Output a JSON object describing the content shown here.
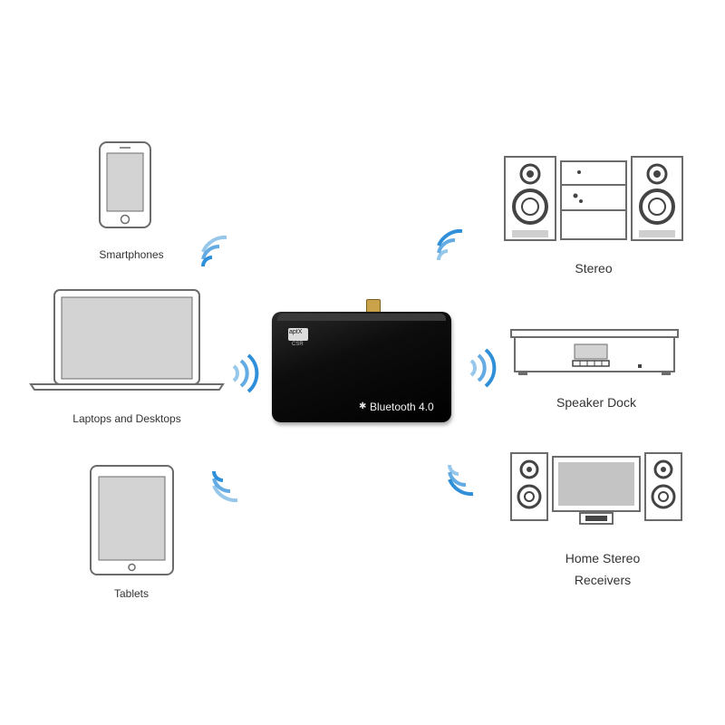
{
  "colors": {
    "wave": "#2f8fd8",
    "device_outline": "#6b6b6b",
    "screen": "#d3d3d3",
    "receiver_body": "#111111"
  },
  "sources": {
    "smartphones": "Smartphones",
    "laptops": "Laptops and Desktops",
    "tablets": "Tablets"
  },
  "receiver": {
    "badge_text": "aptX",
    "badge_sub": "CSR",
    "bluetooth_label": "Bluetooth 4.0",
    "bluetooth_icon": "bluetooth-icon"
  },
  "outputs": {
    "stereo": "Stereo",
    "speaker_dock": "Speaker Dock",
    "home_stereo_line1": "Home Stereo",
    "home_stereo_line2": "Receivers"
  },
  "icons": [
    "smartphone-icon",
    "laptop-icon",
    "tablet-icon",
    "stereo-icon",
    "speaker-dock-icon",
    "home-stereo-receiver-icon",
    "wireless-signal-icon"
  ]
}
